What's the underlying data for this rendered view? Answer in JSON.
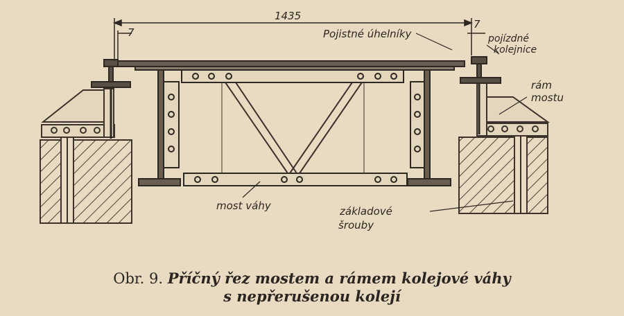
{
  "figure": {
    "dimensions": {
      "gauge": "1435",
      "left_gap": "7",
      "right_gap": "7"
    },
    "labels": {
      "safety_angles": "Pojistné úhelníky",
      "moving_rails": "pojízdné kolejnice",
      "bridge_frame": "rám mostu",
      "scale_bridge": "most váhy",
      "anchor_bolts": "základové šrouby"
    }
  },
  "caption": {
    "prefix": "Obr. 9.",
    "line1": "Příčný řez mostem a rámem kolejové váhy",
    "line2": "s nepřerušenou kolejí"
  }
}
